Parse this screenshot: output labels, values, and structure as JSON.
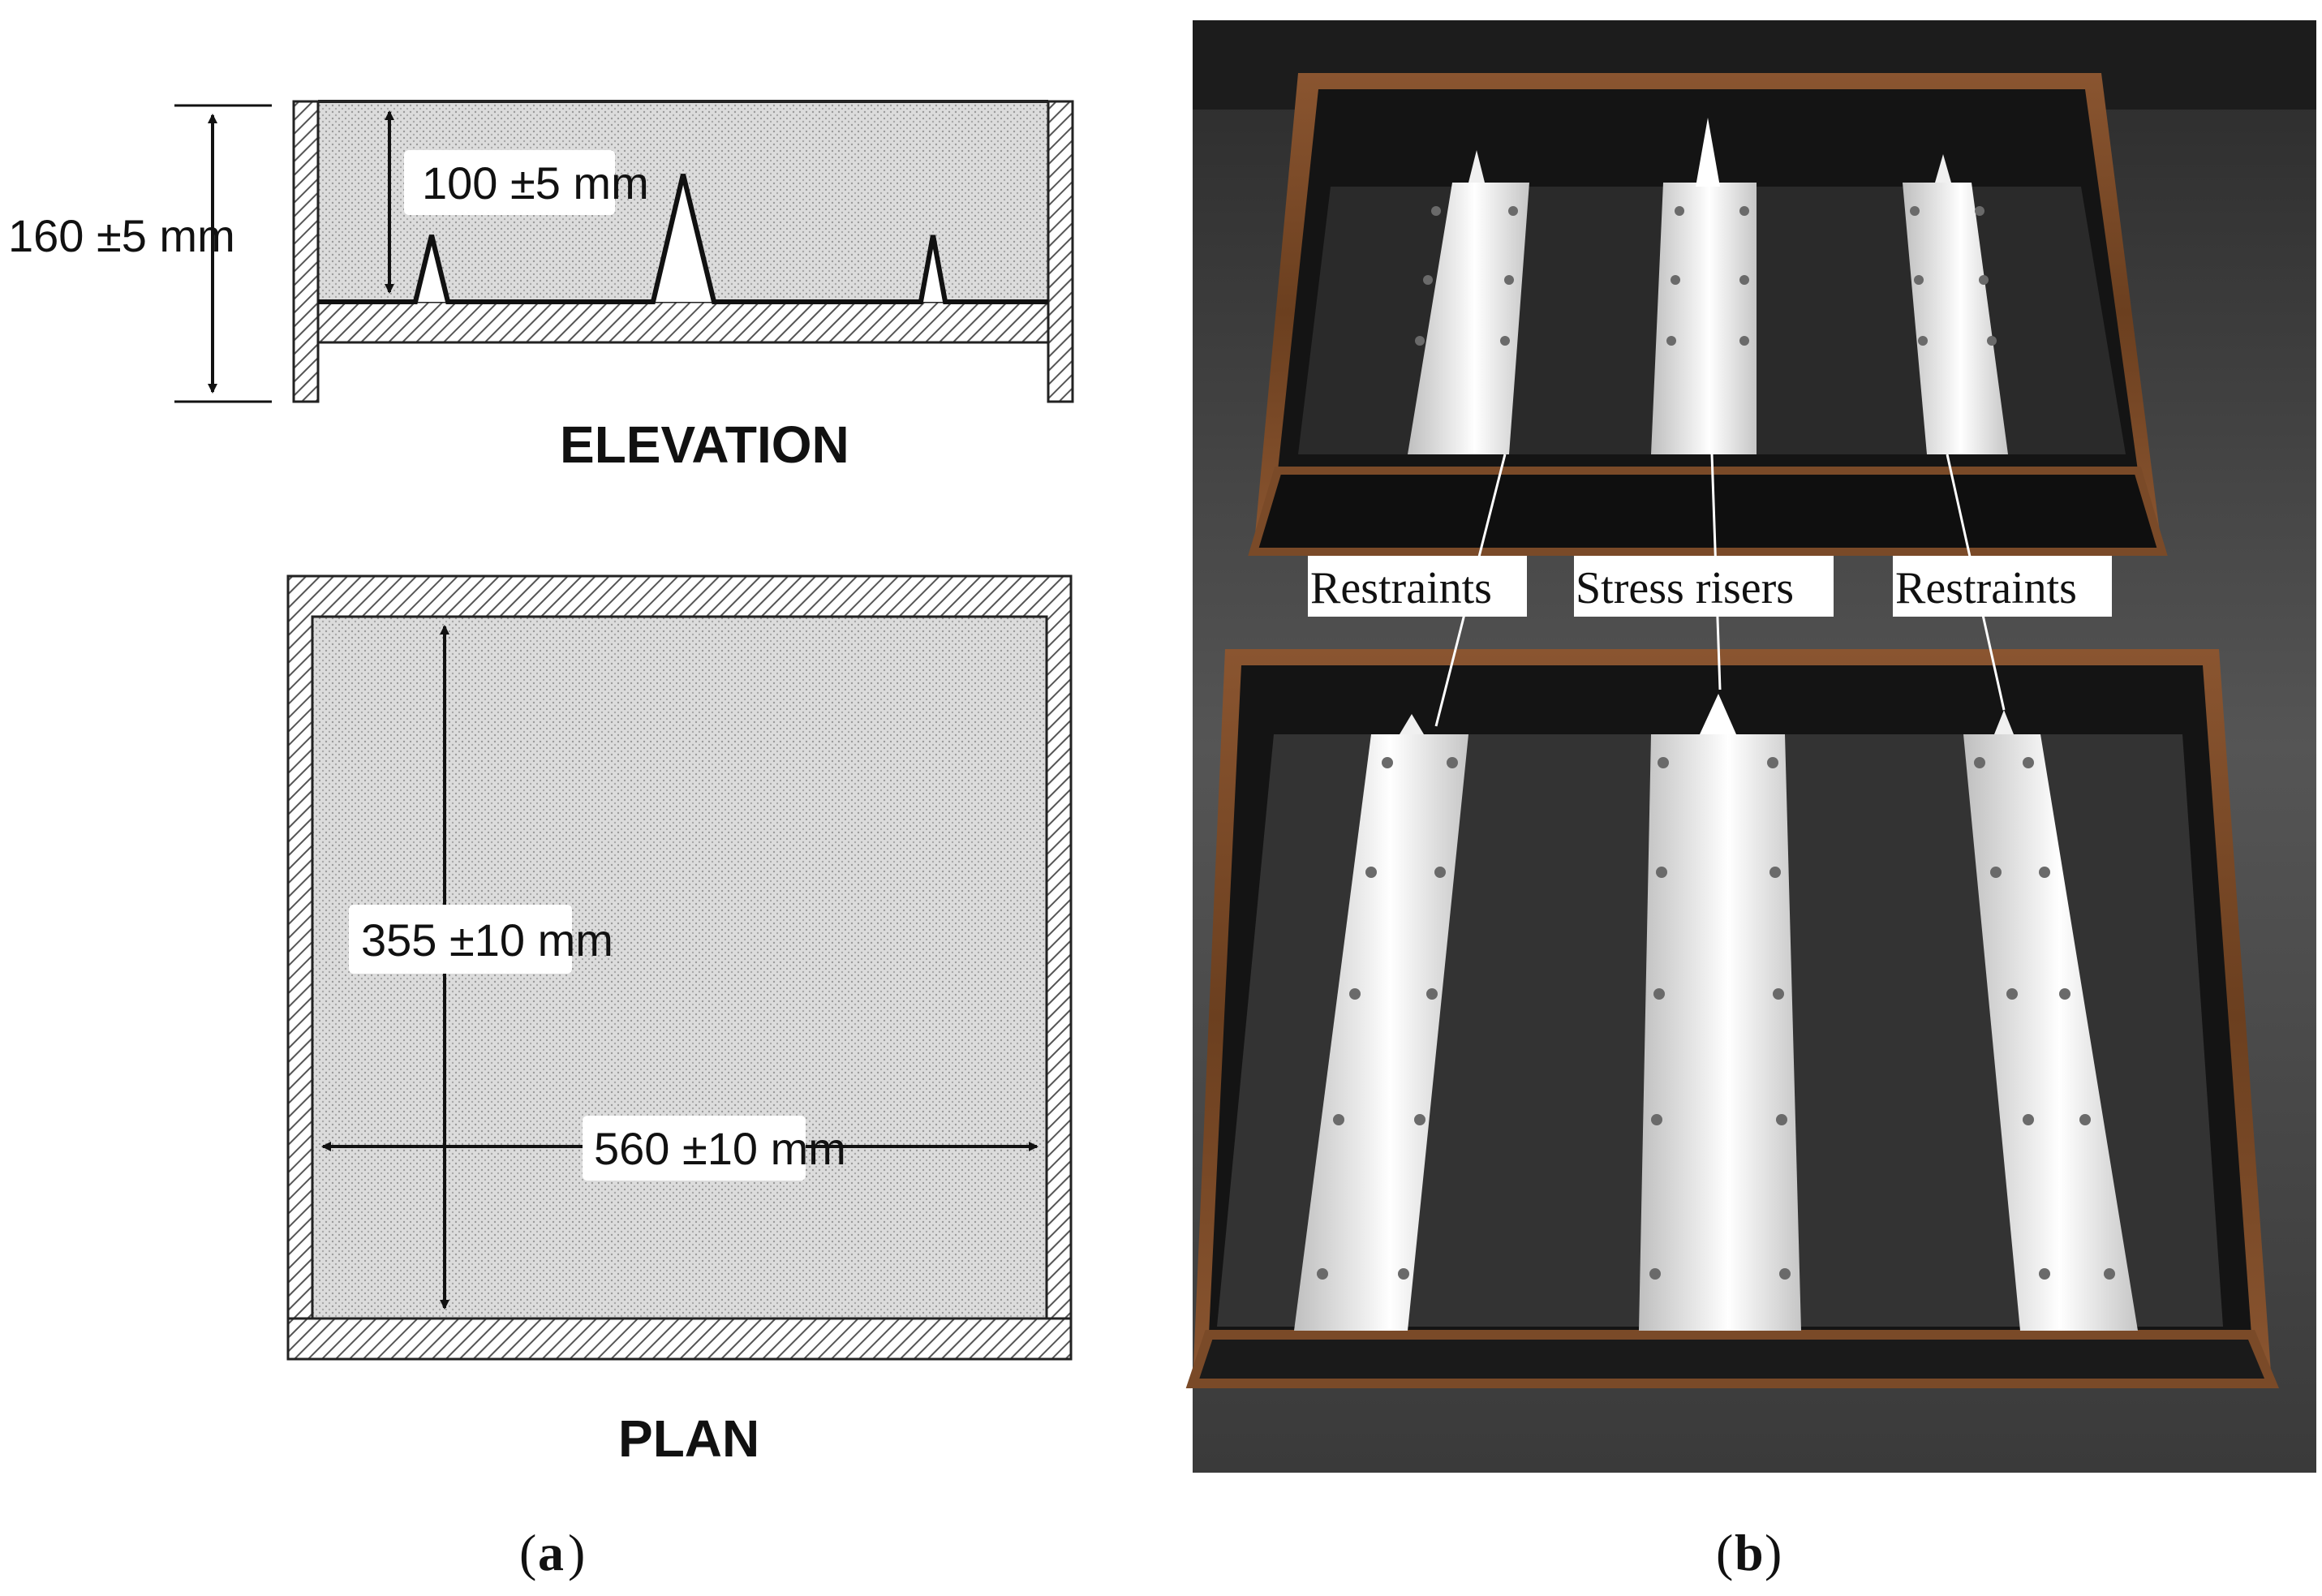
{
  "panel_a": {
    "caption_letter": "a",
    "elevation": {
      "heading": "ELEVATION",
      "dim_total_height": "160 ±5 mm",
      "dim_fill_height": "100 ±5 mm"
    },
    "plan": {
      "heading": "PLAN",
      "dim_width": "355 ±10 mm",
      "dim_length": "560 ±10 mm"
    }
  },
  "panel_b": {
    "caption_letter": "b",
    "labels": {
      "left": "Restraints",
      "center": "Stress risers",
      "right": "Restraints"
    }
  },
  "colors": {
    "fill_pattern": "#d9d9d9",
    "hatch": "#555555",
    "photo_floor": "#4a4a4a",
    "mold_frame": "#7a4a28",
    "mold_interior": "#141414",
    "metal_strip": "#dcdcdc"
  }
}
